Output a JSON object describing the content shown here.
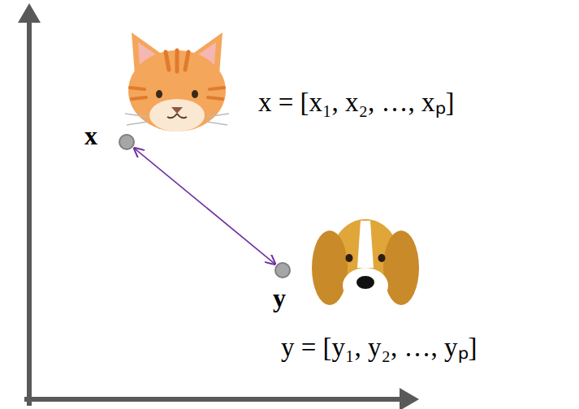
{
  "diagram": {
    "nodes": [
      {
        "text": [
          "x"
        ]
      },
      {
        "text": [
          "y"
        ]
      }
    ],
    "edges": [
      {
        "from": 0,
        "to": 1,
        "arrow": "both"
      }
    ],
    "labels": [
      "x = [x₁, x₂, …, xₚ]",
      "y = [y₁, y₂, …, yₚ]"
    ]
  }
}
